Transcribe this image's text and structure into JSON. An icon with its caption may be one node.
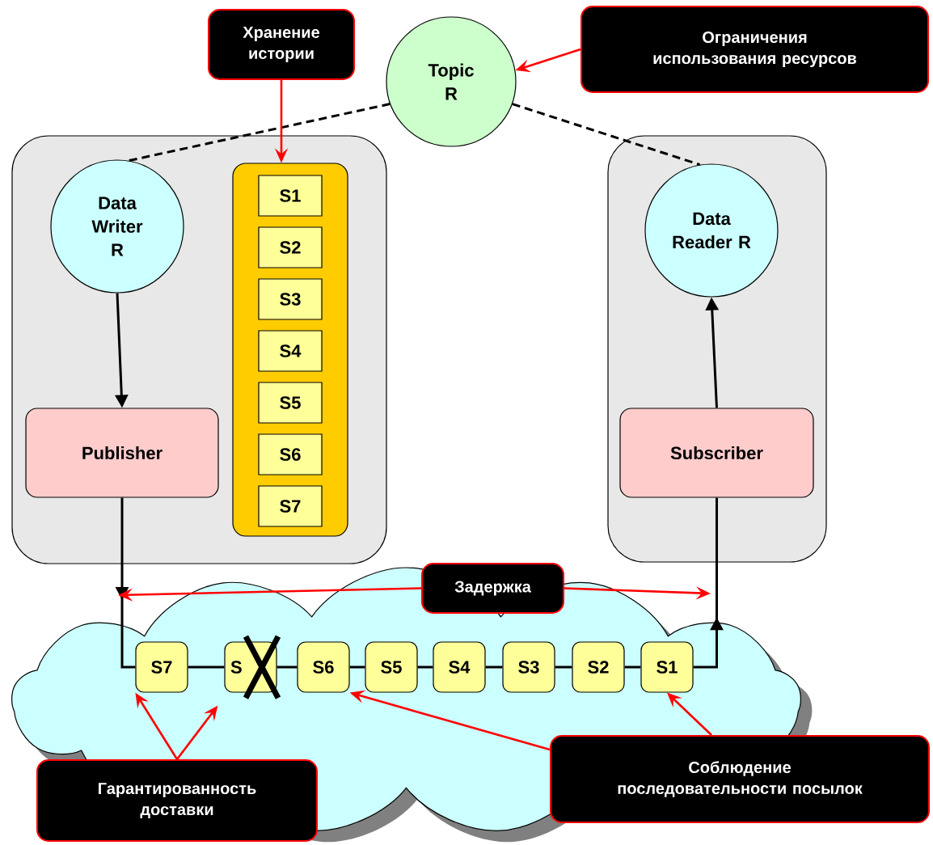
{
  "diagram": {
    "nodes": [
      {
        "text": [],
        "shape": "box"
      },
      {
        "text": [
          "Data Writer R"
        ],
        "in": 0
      },
      {
        "text": [],
        "shape": "box",
        "in": 0
      },
      {
        "text": [
          "S1"
        ],
        "in": 2
      },
      {
        "text": [
          "S2"
        ],
        "in": 2
      },
      {
        "text": [
          "S3"
        ],
        "in": 2
      },
      {
        "text": [
          "S4"
        ],
        "in": 2
      },
      {
        "text": [
          "S5"
        ],
        "in": 2
      },
      {
        "text": [
          "S6"
        ],
        "in": 2
      },
      {
        "text": [
          "S7"
        ],
        "in": 2
      },
      {
        "text": [
          "Publisher"
        ],
        "in": 0
      },
      {
        "text": [],
        "shape": "box"
      },
      {
        "text": [
          "Data Reader R"
        ],
        "in": 11
      },
      {
        "text": [
          "Subscriber"
        ],
        "in": 11
      },
      {
        "text": [
          "Topic R"
        ]
      },
      {
        "text": [],
        "shape": "cloud"
      },
      {
        "text": [
          "S7"
        ],
        "in": 15
      },
      {
        "text": [
          "S"
        ],
        "in": 15
      },
      {
        "text": [
          "S6"
        ],
        "in": 15
      },
      {
        "text": [
          "S5"
        ],
        "in": 15
      },
      {
        "text": [
          "S4"
        ],
        "in": 15
      },
      {
        "text": [
          "S3"
        ],
        "in": 15
      },
      {
        "text": [
          "S2"
        ],
        "in": 15
      },
      {
        "text": [
          "S1"
        ],
        "in": 15
      },
      {
        "text": [
          "Хранение истории"
        ]
      },
      {
        "text": [
          "Ограничения использования ресурсов"
        ]
      },
      {
        "text": [
          "Задержка"
        ]
      },
      {
        "text": [
          "Гарантированность доставки"
        ]
      },
      {
        "text": [
          "Соблюдение последовательности посылок"
        ]
      }
    ],
    "edges": [
      {
        "from": 14,
        "to": 1,
        "arrow": "none",
        "style": "dashed"
      },
      {
        "from": 14,
        "to": 12,
        "arrow": "none",
        "style": "dashed"
      },
      {
        "from": 1,
        "to": 10,
        "arrow": "to"
      },
      {
        "from": 13,
        "to": 12,
        "arrow": "to"
      },
      {
        "from": 10,
        "to": 16,
        "arrow": "to"
      },
      {
        "from": 16,
        "to": 17,
        "arrow": "none"
      },
      {
        "from": 17,
        "to": 18,
        "arrow": "none"
      },
      {
        "from": 18,
        "to": 19,
        "arrow": "none"
      },
      {
        "from": 19,
        "to": 20,
        "arrow": "none"
      },
      {
        "from": 20,
        "to": 21,
        "arrow": "none"
      },
      {
        "from": 21,
        "to": 22,
        "arrow": "none"
      },
      {
        "from": 22,
        "to": 23,
        "arrow": "none"
      },
      {
        "from": 23,
        "to": 13,
        "arrow": "to"
      },
      {
        "from": 24,
        "to": 2,
        "arrow": "to",
        "color": "#ff0000"
      },
      {
        "from": 25,
        "to": 14,
        "arrow": "to",
        "color": "#ff0000"
      },
      {
        "from": 26,
        "to": null,
        "arrow": "to",
        "color": "#ff0000"
      },
      {
        "from": 26,
        "to": null,
        "arrow": "to",
        "color": "#ff0000"
      },
      {
        "from": 27,
        "to": 16,
        "arrow": "to",
        "color": "#ff0000"
      },
      {
        "from": 27,
        "to": 17,
        "arrow": "to",
        "color": "#ff0000"
      },
      {
        "from": 28,
        "to": 18,
        "arrow": "to",
        "color": "#ff0000"
      },
      {
        "from": 28,
        "to": 23,
        "arrow": "to",
        "color": "#ff0000"
      }
    ]
  }
}
